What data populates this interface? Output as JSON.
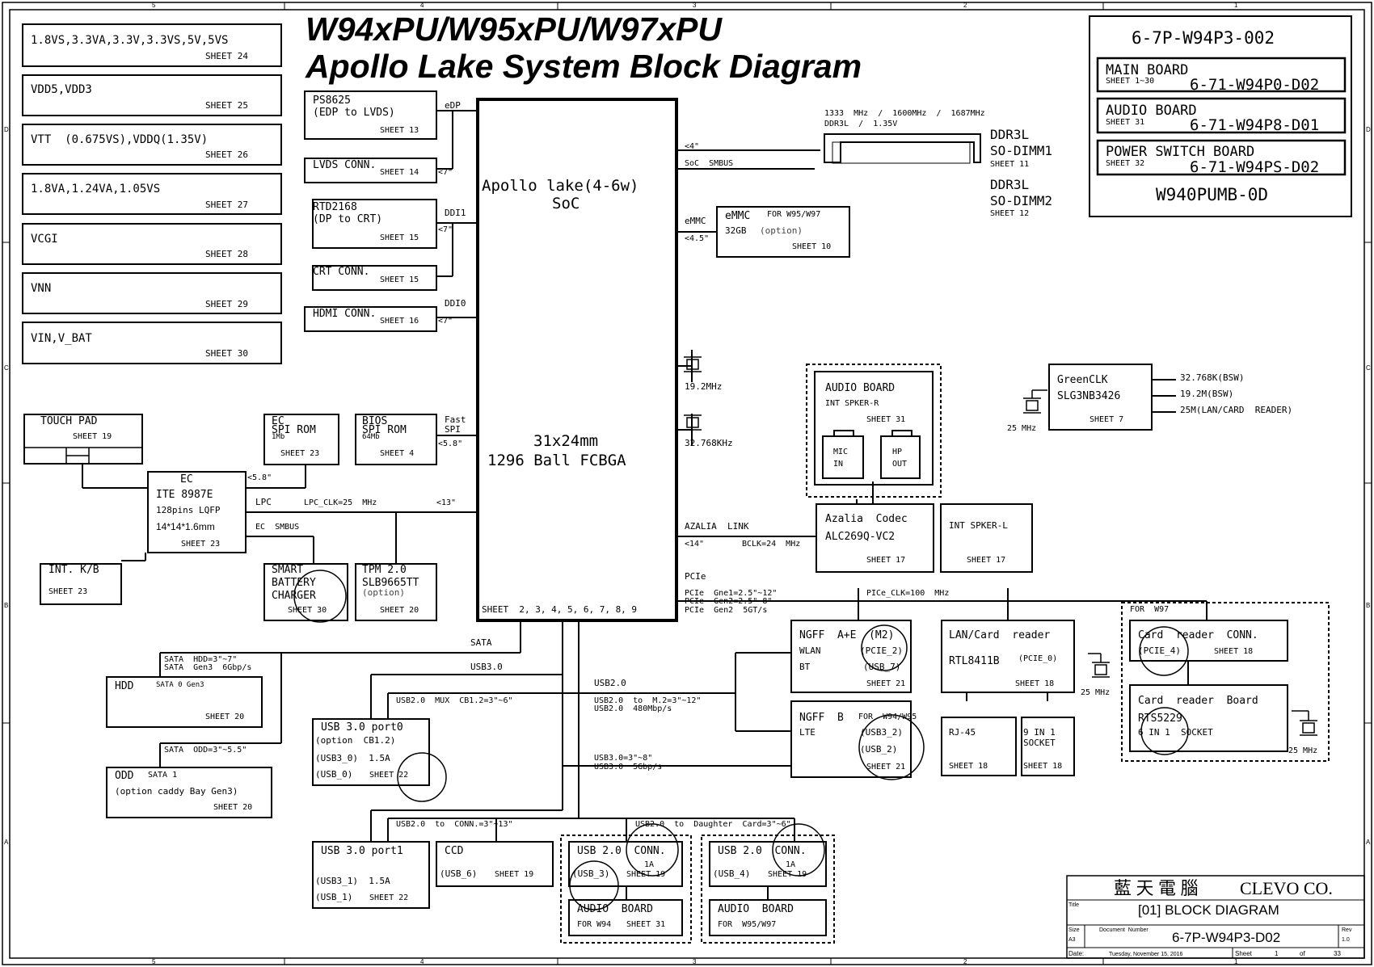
{
  "title": {
    "line1": "W94xPU/W95xPU/W97xPU",
    "line2": "Apollo Lake System Block Diagram"
  },
  "border_labels": {
    "top": [
      "5",
      "4",
      "3",
      "2",
      "1"
    ],
    "bottom": [
      "5",
      "4",
      "3",
      "2",
      "1"
    ],
    "left": [
      "D",
      "C",
      "B",
      "A"
    ],
    "right": [
      "D",
      "C",
      "B",
      "A"
    ]
  },
  "board_info": {
    "doc_number": "6-7P-W94P3-002",
    "boards": [
      {
        "name": "MAIN BOARD",
        "sheet": "SHEET 1~30",
        "part": "6-71-W94P0-D02"
      },
      {
        "name": "AUDIO BOARD",
        "sheet": "SHEET 31",
        "part": "6-71-W94P8-D01"
      },
      {
        "name": "POWER SWITCH BOARD",
        "sheet": "SHEET 32",
        "part": "6-71-W94PS-D02"
      }
    ],
    "model": "W940PUMB-0D"
  },
  "power_blocks": [
    {
      "name": "1.8VS,3.3VA,3.3V,3.3VS,5V,5VS",
      "sheet": "SHEET 24"
    },
    {
      "name": "VDD5,VDD3",
      "sheet": "SHEET 25"
    },
    {
      "name": "VTT  (0.675VS),VDDQ(1.35V)",
      "sheet": "SHEET 26"
    },
    {
      "name": "1.8VA,1.24VA,1.05VS",
      "sheet": "SHEET 27"
    },
    {
      "name": "VCGI",
      "sheet": "SHEET 28"
    },
    {
      "name": "VNN",
      "sheet": "SHEET 29"
    },
    {
      "name": "VIN,V_BAT",
      "sheet": "SHEET 30"
    }
  ],
  "soc": {
    "name": "Apollo lake(4-6w)",
    "sub": "SoC",
    "size": "31x24mm",
    "package": "1296 Ball FCBGA",
    "sheets": "SHEET  2, 3, 4, 5, 6, 7, 8, 9"
  },
  "left_blocks": {
    "ps8625": {
      "name": "PS8625",
      "sub": "(EDP to LVDS)",
      "sheet": "SHEET 13"
    },
    "lvds": {
      "name": "LVDS CONN.",
      "sheet": "SHEET 14"
    },
    "rtd2168": {
      "name": "RTD2168",
      "sub": "(DP to CRT)",
      "sheet": "SHEET 15"
    },
    "crt": {
      "name": "CRT CONN.",
      "sheet": "SHEET 15"
    },
    "hdmi": {
      "name": "HDMI CONN.",
      "sheet": "SHEET 16"
    },
    "touchpad": {
      "name": "TOUCH PAD",
      "sheet": "SHEET 19"
    },
    "ec_rom": {
      "name1": "EC",
      "name2": "SPI ROM",
      "size": "1Mb",
      "sheet": "SHEET 23"
    },
    "bios_rom": {
      "name1": "BIOS",
      "name2": "SPI ROM",
      "size": "64Mb",
      "sheet": "SHEET 4"
    },
    "ec": {
      "name": "EC",
      "chip": "ITE 8987E",
      "pins": "128pins LQFP",
      "dim": "14*14*1.6mm",
      "sheet": "SHEET 23"
    },
    "kb": {
      "name": "INT. K/B",
      "sheet": "SHEET 23"
    },
    "charger": {
      "l1": "SMART",
      "l2": "BATTERY",
      "l3": "CHARGER",
      "sheet": "SHEET 30"
    },
    "tpm": {
      "name": "TPM 2.0",
      "chip": "SLB9665TT",
      "opt": "(option)",
      "sheet": "SHEET 20"
    },
    "hdd": {
      "name": "HDD",
      "sata": "SATA 0 Gen3",
      "sheet": "SHEET 20"
    },
    "odd": {
      "name": "ODD",
      "sata": "SATA 1",
      "opt": "(option caddy Bay Gen3)",
      "sheet": "SHEET 20"
    },
    "usb30_port0": {
      "name": "USB 3.0 port0",
      "opt": "(option  CB1.2)",
      "p1": "(USB3_0)  1.5A",
      "p2": "(USB_0)",
      "sheet": "SHEET 22"
    },
    "usb30_port1": {
      "name": "USB 3.0 port1",
      "p1": "(USB3_1)  1.5A",
      "p2": "(USB_1)",
      "sheet": "SHEET 22"
    },
    "ccd": {
      "name": "CCD",
      "p1": "(USB_6)",
      "sheet": "SHEET 19"
    }
  },
  "bottom_blocks": {
    "usb20_a": {
      "name": "USB 2.0  CONN.",
      "cur": "1A",
      "port": "(USB_3)",
      "sheet": "SHEET 19"
    },
    "audio_a": {
      "name": "AUDIO  BOARD",
      "sub": "FOR W94",
      "sheet": "SHEET 31"
    },
    "usb20_b": {
      "name": "USB 2.0  CONN.",
      "cur": "1A",
      "port": "(USB_4)",
      "sheet": "SHEET 19"
    },
    "audio_b": {
      "name": "AUDIO  BOARD",
      "sub": "FOR  W95/W97"
    }
  },
  "right_blocks": {
    "ddr1": {
      "name": "DDR3L",
      "slot": "SO-DIMM1",
      "sheet": "SHEET 11"
    },
    "ddr2": {
      "name": "DDR3L",
      "slot": "SO-DIMM2",
      "sheet": "SHEET 12"
    },
    "emmc": {
      "name": "eMMC",
      "for": "FOR W95/W97",
      "size": "32GB",
      "opt": "(option)",
      "sheet": "SHEET 10"
    },
    "audio_board": {
      "name": "AUDIO BOARD",
      "spk": "INT SPKER-R",
      "sheet": "SHEET 31",
      "mic1": "MIC",
      "mic2": "IN",
      "hp1": "HP",
      "hp2": "OUT"
    },
    "greenclk": {
      "name": "GreenCLK",
      "chip": "SLG3NB3426",
      "sheet": "SHEET 7",
      "out1": "32.768K(BSW)",
      "out2": "19.2M(BSW)",
      "out3": "25M(LAN/CARD  READER)",
      "xtal": "25 MHz"
    },
    "codec": {
      "name": "Azalia  Codec",
      "chip": "ALC269Q-VC2",
      "sheet": "SHEET 17"
    },
    "spk_l": {
      "name": "INT SPKER-L",
      "sheet": "SHEET 17"
    },
    "ngff_ae": {
      "name": "NGFF  A+E  (M2)",
      "wlan": "WLAN",
      "bt": "BT",
      "pcie": "(PCIE_2)",
      "usb": "(USB_7)",
      "sheet": "SHEET 21"
    },
    "lan": {
      "name": "LAN/Card  reader",
      "chip": "RTL8411B",
      "pcie": "(PCIE_0)",
      "sheet": "SHEET 18"
    },
    "ngff_b": {
      "name": "NGFF  B",
      "for": "FOR  W94/W95",
      "lte": "LTE",
      "usb1": "(USB3_2)",
      "usb2": "(USB_2)",
      "sheet": "SHEET 21"
    },
    "rj45": {
      "name": "RJ-45",
      "sheet": "SHEET 18"
    },
    "socket9": {
      "name": "9 IN 1",
      "sub": "SOCKET",
      "sheet": "SHEET 18"
    },
    "w97_group": "FOR  W97",
    "cr_conn": {
      "name": "Card  reader  CONN.",
      "pcie": "(PCIE_4)",
      "sheet": "SHEET 18"
    },
    "cr_board": {
      "name": "Card  reader  Board",
      "chip": "RTS5229",
      "sub": "6 IN 1  SOCKET",
      "xtal": "25 MHz"
    },
    "xtal_lan": "25 MHz"
  },
  "signals": {
    "edp": "eDP",
    "lvds_len": "<7\"",
    "ddi1": "DDI1",
    "crt_len": "<7\"",
    "ddi0": "DDI0",
    "hdmi_len": "<7\"",
    "fast": "Fast",
    "spi": "SPI",
    "spi_len": "<5.8\"",
    "ec_len": "<5.8\"",
    "lpc": "LPC",
    "lpc_clk": "LPC_CLK=25  MHz",
    "lpc_len": "<13\"",
    "ec_smbus": "EC  SMBUS",
    "sata": "SATA",
    "hdd_len": "SATA  HDD=3\"~7\"",
    "hdd_gen": "SATA  Gen3  6Gbp/s",
    "odd_len": "SATA  ODD=3\"~5.5\"",
    "usb30": "USB3.0",
    "usb20": "USB2.0",
    "usb20_mux": "USB2.0  MUX  CB1.2=3\"~6\"",
    "usb20_m2": "USB2.0  to  M.2=3\"~12\"",
    "usb20_rate": "USB2.0  480Mbp/s",
    "usb30_len": "USB3.0=3\"~8\"",
    "usb30_rate": "USB3.0  5Gbp/s",
    "usb20_conn": "USB2.0  to  CONN.=3\"~13\"",
    "usb20_dc": "USB2.0  to  Daughter  Card=3\"~6\"",
    "ddr_freq": "1333  MHz  /  1600MHz  /  1687MHz",
    "ddr_volt": "DDR3L  /  1.35V",
    "ddr_len": "<4\"",
    "soc_smbus": "SoC  SMBUS",
    "emmc": "eMMC",
    "emmc_len": "<4.5\"",
    "xtal1": "19.2MHz",
    "xtal2": "32.768KHz",
    "azalia": "AZALIA  LINK",
    "azalia_len": "<14\"",
    "bclk": "BCLK=24  MHz",
    "pcie": "PCIe",
    "pcie_gen1": "PCIe  Gne1=2.5\"~12\"",
    "pcie_gen2": "PCIe  Gen2=2.5\"~8\"",
    "pcie_rate": "PCIe  Gen2  5GT/s",
    "pcie_clk": "PICe_CLK=100  MHz"
  },
  "title_block": {
    "company_cn": "藍 天 電 腦",
    "company_en": "CLEVO CO.",
    "title_label": "Title",
    "title": "[01] BLOCK DIAGRAM",
    "size_label": "Size",
    "size": "A3",
    "docnum_label": "Document  Number",
    "docnum": "6-7P-W94P3-D02",
    "rev_label": "Rev",
    "rev": "1.0",
    "date_label": "Date:",
    "date": "Tuesday, November 15, 2016",
    "sheet_label": "Sheet",
    "sheet": "1",
    "of": "of",
    "total": "33"
  }
}
